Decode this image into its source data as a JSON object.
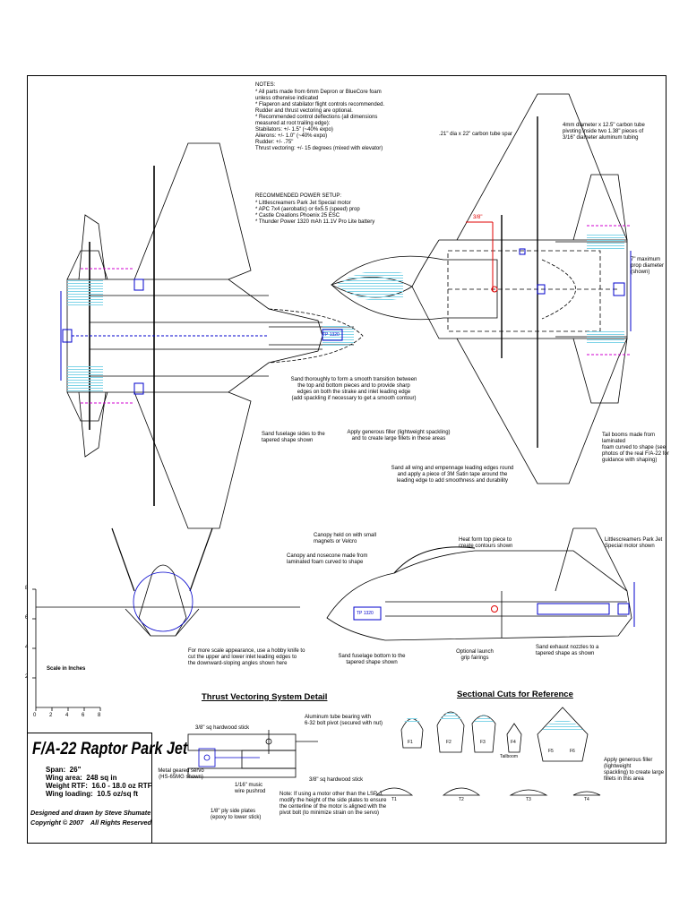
{
  "notes": {
    "header": "NOTES:",
    "lines": [
      "* All parts made from 6mm Depron or BlueCore foam",
      "   unless otherwise indicated",
      "* Flaperon and stabilator flight controls recommended.",
      "   Rudder and thrust vectoring are optional.",
      "* Recommended control deflections (all dimensions",
      "   measured at root trailing edge):",
      "      Stabilators:  +/- 1.5\" (~40% expo)",
      "      Ailerons: +/- 1.0\" (~40% expo)",
      "      Rudder: +/- .75\"",
      "      Thrust vectoring:  +/- 15 degrees (mixed with elevator)"
    ]
  },
  "power": {
    "header": "RECOMMENDED POWER SETUP:",
    "lines": [
      "* Littlescreamers Park Jet Special motor",
      "* APC 7x4 (aerobatic) or 6x5.5  (speed) prop",
      "* Castle Creations Phoenix 25 ESC",
      "* Thunder Power 1320 mAh 11.1V Pro Lite battery"
    ]
  },
  "callouts": {
    "carbon_spar": ".21\" dia x 22\" carbon tube spar",
    "tube_4mm": "4mm diameter x 12.5\" carbon tube\npivoting inside two 1.38\" pieces of\n3/16\" diameter aluminum tubing",
    "dim_38": "3/8\"",
    "prop_diameter": "7\" maximum\nprop diameter\n(shown)",
    "sand_transition": "Sand thoroughly to form a smooth transition between\nthe top and bottom pieces and to provide sharp\nedges on both the strake and inlet leading edge\n(add spackling if necessary to get a smooth contour)",
    "sand_fuselage": "Sand fuselage sides to the\ntapered shape shown",
    "filler_fillets": "Apply generous filler (lightweight spackling)\nand to create large fillets in these areas",
    "satin_tape": "Sand all wing and empennage leading edges round\nand apply a piece of 3M Satin tape around the\nleading edge to add smoothness and durability",
    "tail_booms": "Tail booms made from laminated\nfoam curved to shape (see\nphotos of the real F/A-22 for\nguidance with shaping)",
    "canopy_magnets": "Canopy held on with small\nmagnets or Velcro",
    "canopy_nosecone": "Canopy and nosecone made from\nlaminated foam curved to shape",
    "heat_form": "Heat form top piece to\ncreate contours shown",
    "ls_motor": "Littlescreamers Park Jet\nSpecial motor shown",
    "hobby_knife": "For more scale appearance, use a hobby knife to\ncut the upper and lower inlet leading edges to\nthe downward-sloping angles shown here",
    "sand_bottom": "Sand fuselage bottom to the\ntapered shape shown",
    "launch_grip": "Optional launch\ngrip fairings",
    "exhaust_nozzles": "Sand exhaust nozzles to a\ntapered shape as shown",
    "tp_label": "TP 1320"
  },
  "scale": {
    "label": "Scale in Inches",
    "x_ticks": [
      "0",
      "2",
      "4",
      "6",
      "8"
    ],
    "y_ticks": [
      "8",
      "6",
      "4",
      "2"
    ]
  },
  "thrust": {
    "title": "Thrust Vectoring System Detail",
    "hardwood_top": "3/8\" sq hardwood stick",
    "aluminum_tube": "Aluminum tube bearing with\n6-32 bolt pivot (secured with nut)",
    "servo": "Metal geared servo\n(HS-65MG shown)",
    "music_wire": "1/16\" music\nwire pushrod",
    "hardwood_bottom": "3/8\" sq hardwood stick",
    "ply_plates": "1/8\" ply side plates\n(epoxy to lower stick)",
    "note": "Note:  If using a motor other than the LSP-J,\nmodify the height of the side plates to ensure\nthe centerline of the motor is aligned with the\npivot bolt (to minimize strain on the servo)"
  },
  "sections": {
    "title": "Sectional Cuts for Reference",
    "filler_note": "Apply generous filler (lightweight\nspackling) to create large\nfillets in this area",
    "tailboom_label": "Tailboom",
    "cut_labels": [
      "F1",
      "F2",
      "F3",
      "F4",
      "F5",
      "F6",
      "T1",
      "T2",
      "T3",
      "T4"
    ]
  },
  "title_block": {
    "title": "F/A-22 Raptor Park Jet",
    "span": "Span:  26\"",
    "wing_area": "Wing area:  248 sq in",
    "weight": "Weight RTF:  16.0 - 18.0 oz RTF",
    "loading": "Wing loading:  10.5 oz/sq ft",
    "designed": "Designed and drawn by Steve Shumate",
    "copyright": "Copyright © 2007    All Rights Reserved"
  },
  "colors": {
    "line": "#000000",
    "accent_blue": "#0000cc",
    "hatch_cyan": "#7fd4e8",
    "magenta_dash": "#d100d1",
    "dimension_red": "#e00000"
  }
}
